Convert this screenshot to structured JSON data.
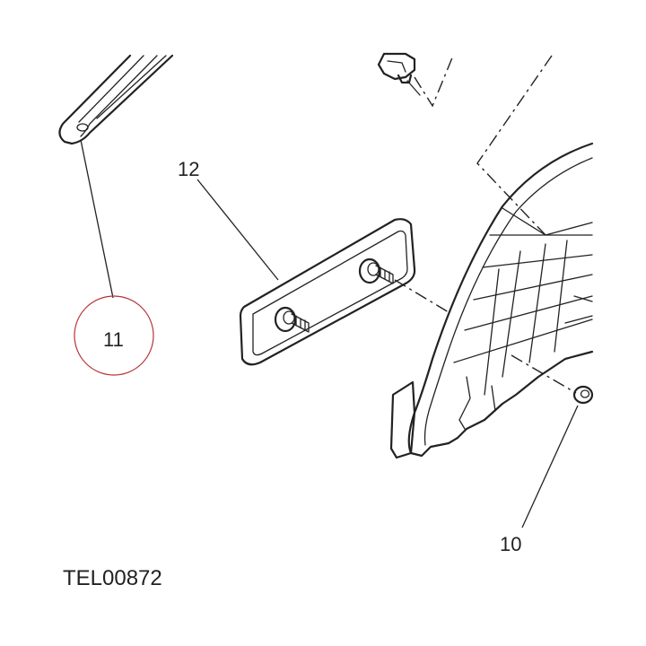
{
  "labels": {
    "part_10": "10",
    "part_11": "11",
    "part_12": "12"
  },
  "reference_code": "TEL00872",
  "highlight_color": "#b8323a",
  "line_color": "#222222"
}
